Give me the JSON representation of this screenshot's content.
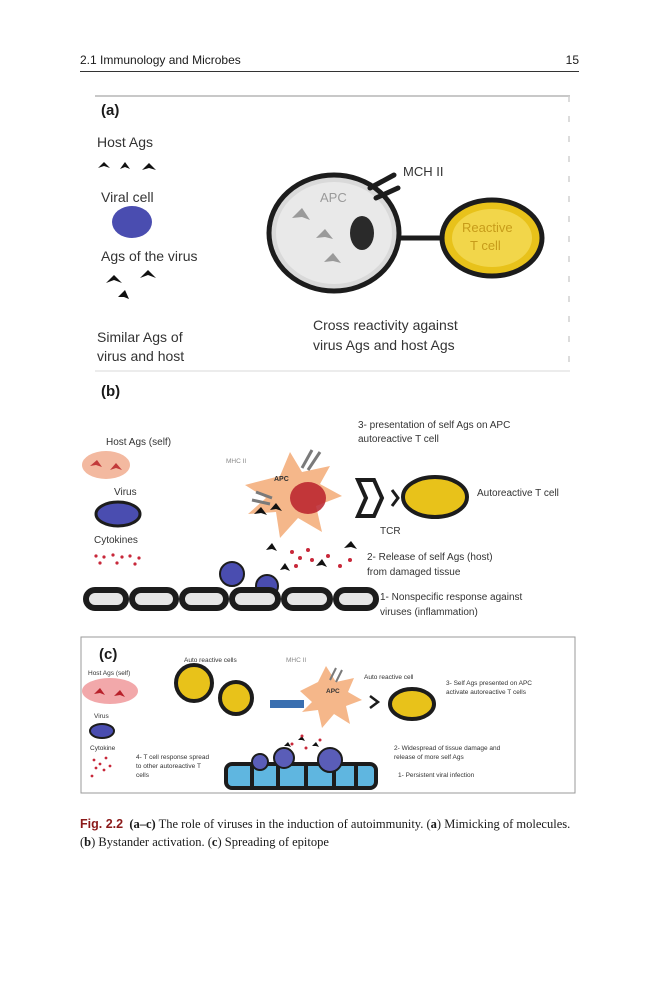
{
  "header": {
    "section": "2.1   Immunology and Microbes",
    "page_number": "15"
  },
  "panel_a": {
    "label": "(a)",
    "legend": {
      "host_ags": "Host Ags",
      "viral_cell": "Viral cell",
      "ags_of_virus": "Ags of the virus",
      "similar_ags_line1": "Similar Ags of",
      "similar_ags_line2": "virus and host"
    },
    "mhc": "MCH II",
    "apc": "APC",
    "reactive_line1": "Reactive",
    "reactive_line2": "T cell",
    "cross_line1": "Cross reactivity against",
    "cross_line2": "virus Ags and host Ags"
  },
  "panel_b": {
    "label": "(b)",
    "host_ags_self": "Host Ags (self)",
    "virus": "Virus",
    "cytokines": "Cytokines",
    "mhc": "MHC II",
    "apc": "APC",
    "step3_line1": "3- presentation of self Ags on APC",
    "step3_line2": "autoreactive T cell",
    "autoreactive": "Autoreactive T cell",
    "tcr": "TCR",
    "step2_line1": "2- Release of self Ags (host)",
    "step2_line2": "from damaged tissue",
    "step1_line1": "1- Nonspecific response against",
    "step1_line2": "viruses (inflammation)"
  },
  "panel_c": {
    "label": "(c)",
    "host_ags_self": "Host Ags (self)",
    "virus": "Virus",
    "cytokine": "Cytokine",
    "auto_reactive_cells": "Auto reactive cells",
    "mhc": "MHC II",
    "apc": "APC",
    "auto_reactive_cell": "Auto reactive cell",
    "step3_line1": "3- Self Ags presented on APC",
    "step3_line2": "activate autoreactive T cells",
    "step4_line1": "4- T cell response spread",
    "step4_line2": "to other autoreactive T",
    "step4_line3": "cells",
    "step2_line1": "2- Widespread of tissue damage and",
    "step2_line2": "release of more self Ags",
    "step1": "1- Persistent viral infection"
  },
  "caption": {
    "fig_label": "Fig. 2.2",
    "range": "(a–c)",
    "text1": "The role of viruses in the induction of autoimmunity. (",
    "a": "a",
    "text2": ") Mimicking of molecules. (",
    "b": "b",
    "text3": ") Bystander activation. (",
    "c": "c",
    "text4": ") Spreading of epitope"
  },
  "colors": {
    "tcell_fill": "#e8c21a",
    "virus_fill": "#4a4db0",
    "host_ag_pink": "#e88a8a",
    "tissue_cell": "#2a2a2a",
    "apc_orange": "#f5b78a"
  }
}
